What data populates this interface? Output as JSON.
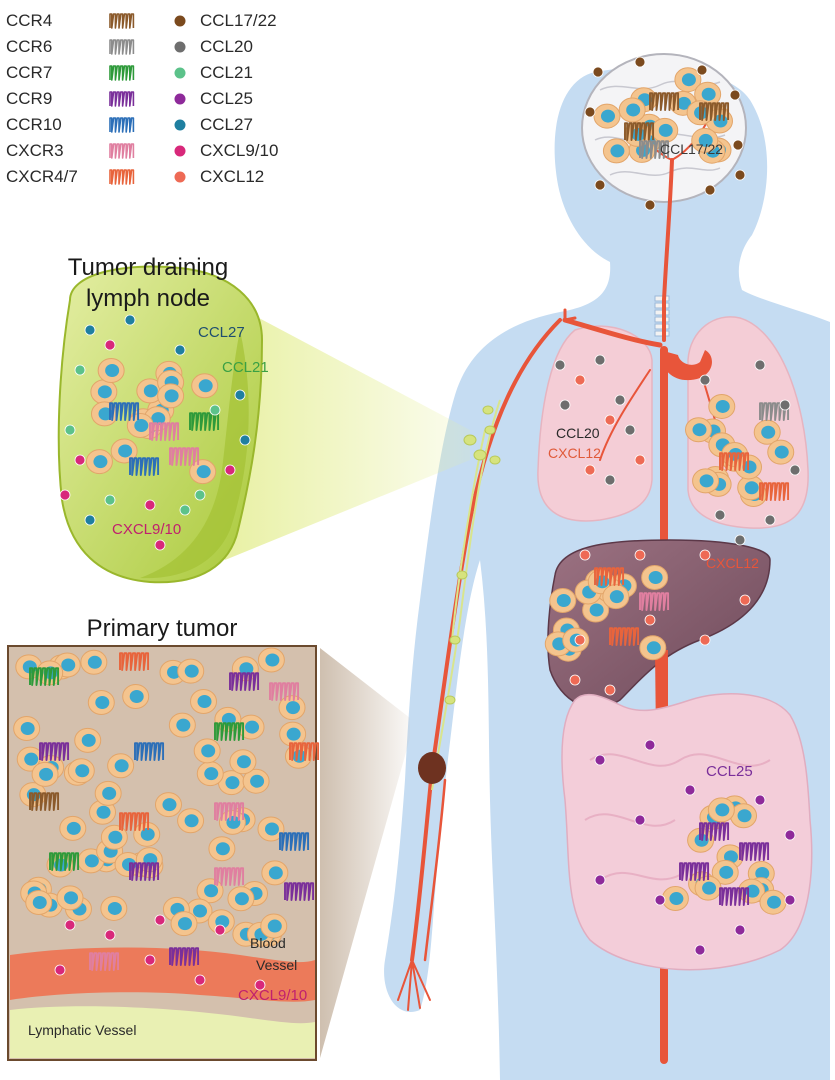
{
  "legend": {
    "receptors": [
      {
        "label": "CCR4",
        "color": "#8b5a2b"
      },
      {
        "label": "CCR6",
        "color": "#8c8c8c"
      },
      {
        "label": "CCR7",
        "color": "#2e9a3a"
      },
      {
        "label": "CCR9",
        "color": "#7a2f9a"
      },
      {
        "label": "CCR10",
        "color": "#2c6fb8"
      },
      {
        "label": "CXCR3",
        "color": "#e07fa0"
      },
      {
        "label": "CXCR4/7",
        "color": "#e8643c"
      }
    ],
    "ligands": [
      {
        "label": "CCL17/22",
        "color": "#7b4a1e"
      },
      {
        "label": "CCL20",
        "color": "#6e6e6e"
      },
      {
        "label": "CCL21",
        "color": "#5cc28a"
      },
      {
        "label": "CCL25",
        "color": "#8e2a9a"
      },
      {
        "label": "CCL27",
        "color": "#1f7fa0"
      },
      {
        "label": "CXCL9/10",
        "color": "#d8287a"
      },
      {
        "label": "CXCL12",
        "color": "#ee6a55"
      }
    ]
  },
  "panels": {
    "lymph_node": {
      "title_line1": "Tumor draining",
      "title_line2": "lymph node",
      "label_ccl27": "CCL27",
      "label_ccl21": "CCL21",
      "label_cxcl910": "CXCL9/10"
    },
    "primary_tumor": {
      "title": "Primary tumor",
      "blood_vessel_line1": "Blood",
      "blood_vessel_line2": "Vessel",
      "label_cxcl910": "CXCL9/10",
      "lymphatic_vessel": "Lymphatic Vessel"
    }
  },
  "body": {
    "brain_label": "CCL17/22",
    "lung_label1": "CCL20",
    "lung_label2": "CXCL12",
    "liver_label": "CXCL12",
    "gut_label": "CCL25"
  },
  "colors": {
    "body": "#c5dcf2",
    "artery": "#e8553a",
    "tumor_cell": "#f4c48e",
    "nucleus": "#3aa7cf",
    "lymph_node": "#c8dc6a",
    "lung": "#f4cdd6",
    "liver": "#8a5e70",
    "gut": "#f3cdd9"
  }
}
